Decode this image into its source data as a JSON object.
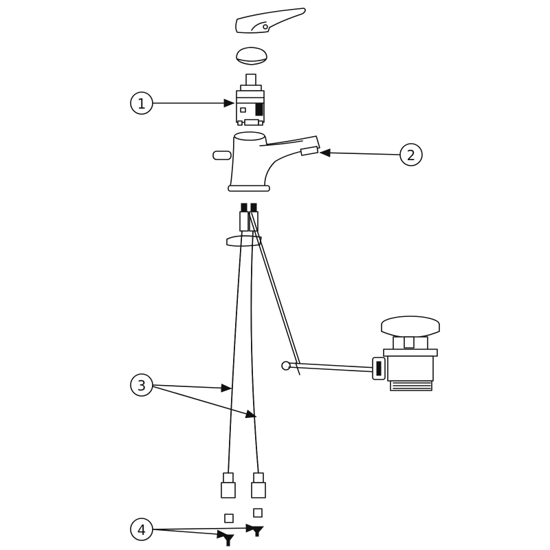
{
  "diagram": {
    "callouts": [
      {
        "number": "1",
        "part": "cartridge"
      },
      {
        "number": "2",
        "part": "aerator"
      },
      {
        "number": "3",
        "part": "flexible-hoses"
      },
      {
        "number": "4",
        "part": "filters"
      }
    ],
    "colors": {
      "line": "#111111",
      "background": "#ffffff"
    }
  }
}
